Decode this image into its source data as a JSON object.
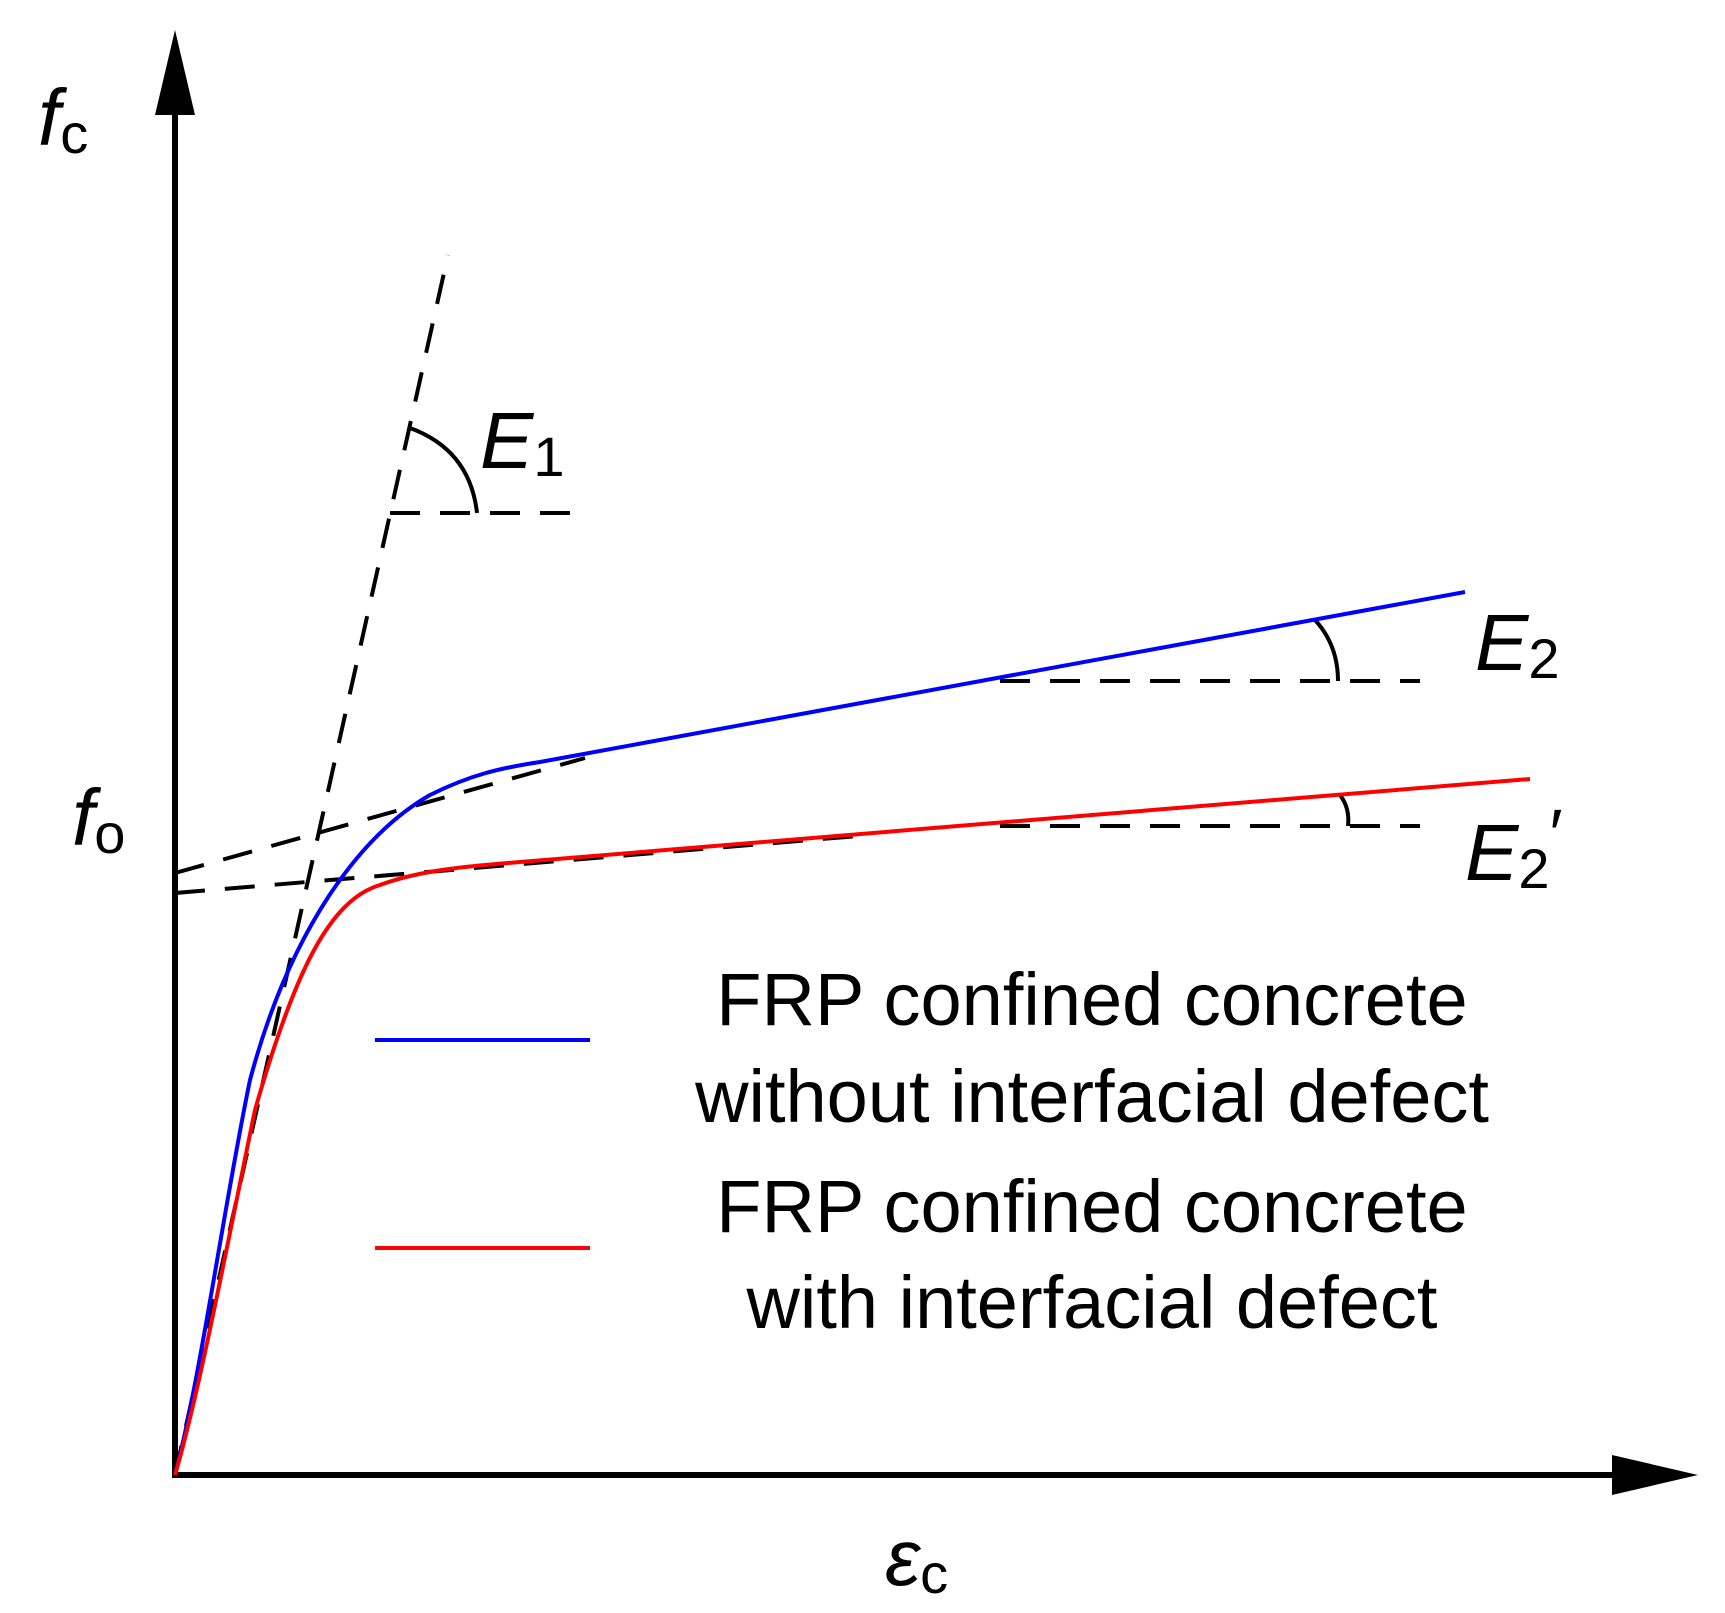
{
  "axes": {
    "y_symbol": "f",
    "y_subscript": "c",
    "x_symbol": "ε",
    "x_subscript": "c",
    "fo_symbol": "f",
    "fo_subscript": "o"
  },
  "annotations": {
    "E1_symbol": "E",
    "E1_subscript": "1",
    "E2_symbol": "E",
    "E2_subscript": "2",
    "E2p_symbol": "E",
    "E2p_subscript": "2",
    "E2p_prime": "′"
  },
  "legend": {
    "item1_line1": "FRP confined concrete",
    "item1_line2": "without interfacial defect",
    "item2_line1": "FRP confined concrete",
    "item2_line2": "with interfacial defect"
  },
  "colors": {
    "without_defect": "#0000ff",
    "with_defect": "#ff0000",
    "axes": "#000000"
  }
}
